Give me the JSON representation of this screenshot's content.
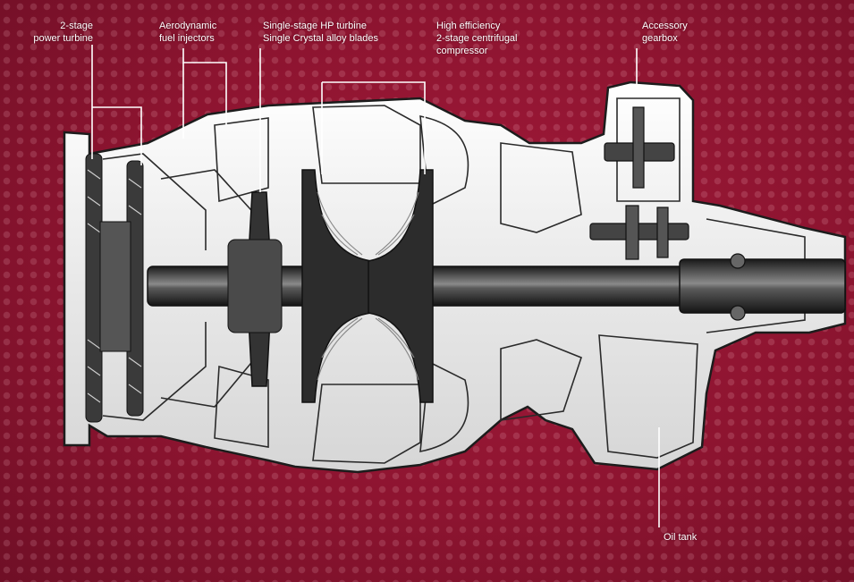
{
  "callouts": {
    "power_turbine": [
      "2-stage",
      "power turbine"
    ],
    "fuel_injectors": [
      "Aerodynamic",
      "fuel injectors"
    ],
    "hp_turbine": [
      "Single-stage HP turbine",
      "Single Crystal alloy blades"
    ],
    "compressor": [
      "High efficiency",
      "2-stage centrifugal",
      "compressor"
    ],
    "gearbox": [
      "Accessory",
      "gearbox"
    ],
    "oil_tank": "Oil tank"
  },
  "colors": {
    "background": "#8e1530",
    "body_fill": "#f2f2f2",
    "outline": "#1c1c1c",
    "rotor": "#2e2e2e",
    "leader": "#ffffff"
  }
}
